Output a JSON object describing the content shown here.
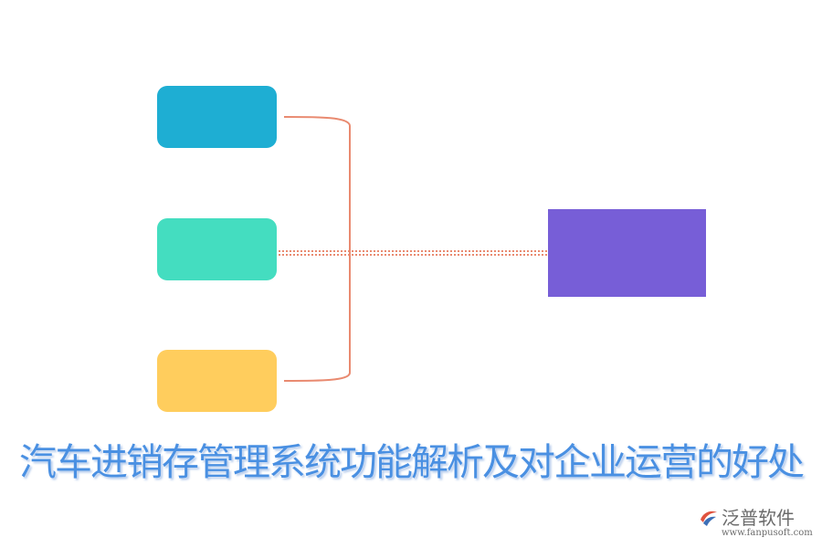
{
  "title": "汽车进销存管理系统功能解析及对企业运营的好处",
  "nodes": [
    {
      "id": "node-1",
      "color": "#1eaed3"
    },
    {
      "id": "node-2",
      "color": "#44ddc0"
    },
    {
      "id": "node-3",
      "color": "#ffcd5d"
    }
  ],
  "target_node": {
    "color": "#775ed7"
  },
  "connector": {
    "color": "#e98a70",
    "style": "bracket with dotted link"
  },
  "brand": {
    "name": "泛普软件",
    "url": "www.fanpusoft.com",
    "logo_icon": "fanpu-logo-icon",
    "logo_colors": [
      "#e0533f",
      "#3c6fb7"
    ]
  }
}
